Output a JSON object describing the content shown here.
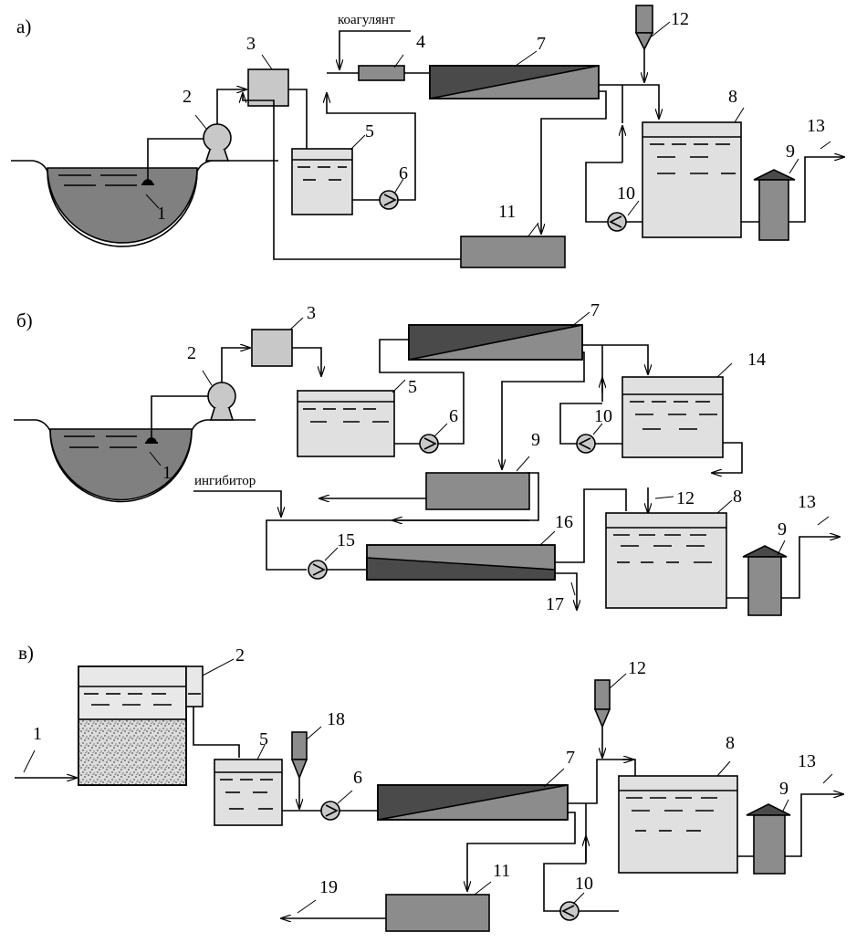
{
  "panels": [
    {
      "label": "а)",
      "text": {
        "coagulant": "коагулянт"
      },
      "numbers": [
        "1",
        "2",
        "3",
        "4",
        "5",
        "6",
        "7",
        "8",
        "9",
        "10",
        "11",
        "12",
        "13"
      ]
    },
    {
      "label": "б)",
      "text": {
        "inhibitor": "ингибитор"
      },
      "numbers": [
        "1",
        "2",
        "3",
        "5",
        "6",
        "7",
        "14",
        "10",
        "9",
        "12",
        "8",
        "9",
        "13",
        "15",
        "16",
        "17"
      ]
    },
    {
      "label": "в)",
      "numbers": [
        "1",
        "2",
        "5",
        "18",
        "6",
        "7",
        "12",
        "8",
        "9",
        "13",
        "10",
        "11",
        "19"
      ]
    }
  ],
  "colors": {
    "light": "#c8c8c8",
    "tank_fill": "#e0e0e0",
    "mid": "#8c8c8c",
    "dark": "#4a4a4a",
    "water": "#808080",
    "line": "#000000"
  }
}
